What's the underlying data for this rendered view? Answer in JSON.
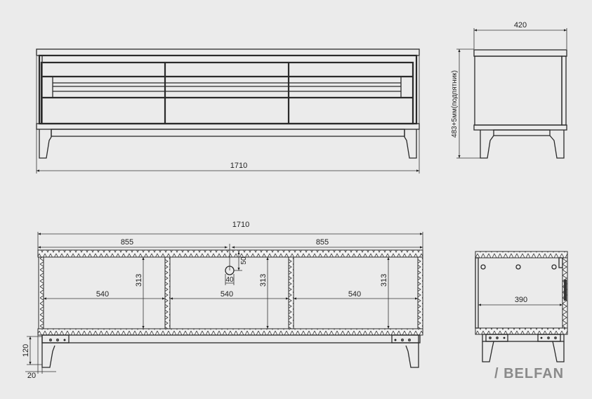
{
  "front_view": {
    "width_label": "1710"
  },
  "side_view": {
    "depth_label": "420",
    "height_label": "483+5мм(подпятник)"
  },
  "section_front": {
    "total_width_label": "1710",
    "half_left_label": "855",
    "half_right_label": "855",
    "hole_offset_label": "50",
    "hole_diameter_label": "40",
    "inner_height_labels": [
      "313",
      "313",
      "313"
    ],
    "inner_width_labels": [
      "540",
      "540",
      "540"
    ],
    "leg_height_label": "120",
    "leg_offset_label": "20"
  },
  "section_side": {
    "inner_depth_label": "390"
  },
  "brand": {
    "logo": "/ BELFAN"
  }
}
